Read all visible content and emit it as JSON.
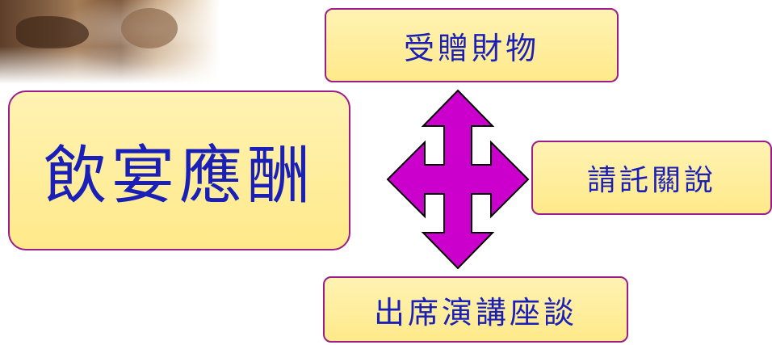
{
  "diagram": {
    "main_label": "飲宴應酬",
    "top_label": "受贈財物",
    "right_label": "請託關說",
    "bottom_label": "出席演講座談"
  },
  "colors": {
    "box_fill": "#ffe98a",
    "box_border": "#9c1c8a",
    "text": "#1a1fb8",
    "arrow_fill": "#cc00cc",
    "arrow_stroke": "#000000"
  }
}
